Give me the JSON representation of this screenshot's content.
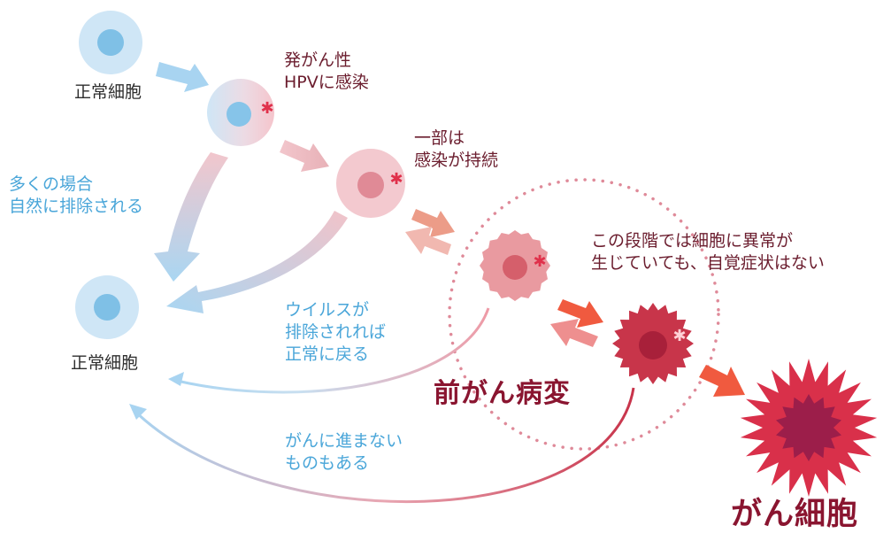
{
  "labels": {
    "normal_cell_top": "正常細胞",
    "normal_cell_bottom": "正常細胞",
    "hpv_infection": [
      "発がん性",
      "HPVに感染"
    ],
    "persistent_infection": [
      "一部は",
      "感染が持続"
    ],
    "natural_clearance": [
      "多くの場合",
      "自然に排除される"
    ],
    "no_symptoms": [
      "この段階では細胞に異常が",
      "生じていても、自覚症状はない"
    ],
    "virus_removed": [
      "ウイルスが",
      "排除されれば",
      "正常に戻る"
    ],
    "not_progress": [
      "がんに進まない",
      "ものもある"
    ],
    "precancer": "前がん病変",
    "cancer_cell": "がん細胞"
  },
  "colors": {
    "normal_outer": "#cfe6f6",
    "normal_inner": "#7fc0e6",
    "pink_outer": "#f3c9cf",
    "pink_inner": "#e08a96",
    "precancer_outer": "#e99aa0",
    "precancer_inner": "#d55f6b",
    "lesion_outer": "#c8354a",
    "lesion_inner": "#a8203a",
    "cancer_outer": "#d9304a",
    "cancer_inner": "#9c1e4a",
    "star": "#e0314b",
    "blue_arrow": "#9fd0ef",
    "pink_arrow": "#ec9c88",
    "red_arrow": "#f05a3f",
    "dotted_circle": "#df8a99"
  }
}
